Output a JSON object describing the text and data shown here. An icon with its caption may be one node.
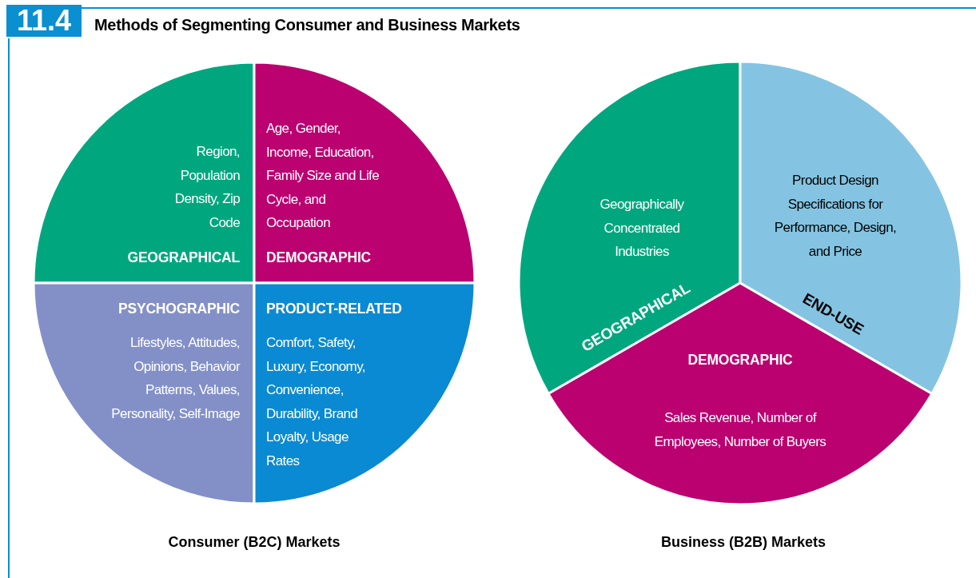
{
  "diagram": {
    "title": "Methods of Segmenting Consumer and Business Markets",
    "nodes": [
      {
        "text": [
          "Region, Population Density, Zip Code",
          "GEOGRAPHICAL"
        ]
      },
      {
        "text": [
          "Age, Gender, Income, Education, Family Size and Life Cycle, and Occupation",
          "DEMOGRAPHIC"
        ]
      },
      {
        "text": [
          "PSYCHOGRAPHIC",
          "Lifestyles, Attitudes, Opinions, Behavior Patterns, Values, Personality, Self-Image"
        ]
      },
      {
        "text": [
          "PRODUCT-RELATED",
          "Comfort, Safety, Luxury, Economy, Convenience, Durability, Brand Loyalty, Usage Rates"
        ]
      },
      {
        "text": [
          "GEOGRAPHICAL",
          "Geographically Concentrated Industries"
        ]
      },
      {
        "text": [
          "END-USE",
          "Product Design Specifications for Performance, Design, and Price"
        ]
      },
      {
        "text": [
          "DEMOGRAPHIC",
          "Sales Revenue, Number of Employees, Number of Buyers"
        ]
      }
    ],
    "labels": [
      "11.4",
      "Consumer (B2C) Markets",
      "Business (B2B) Markets"
    ]
  }
}
